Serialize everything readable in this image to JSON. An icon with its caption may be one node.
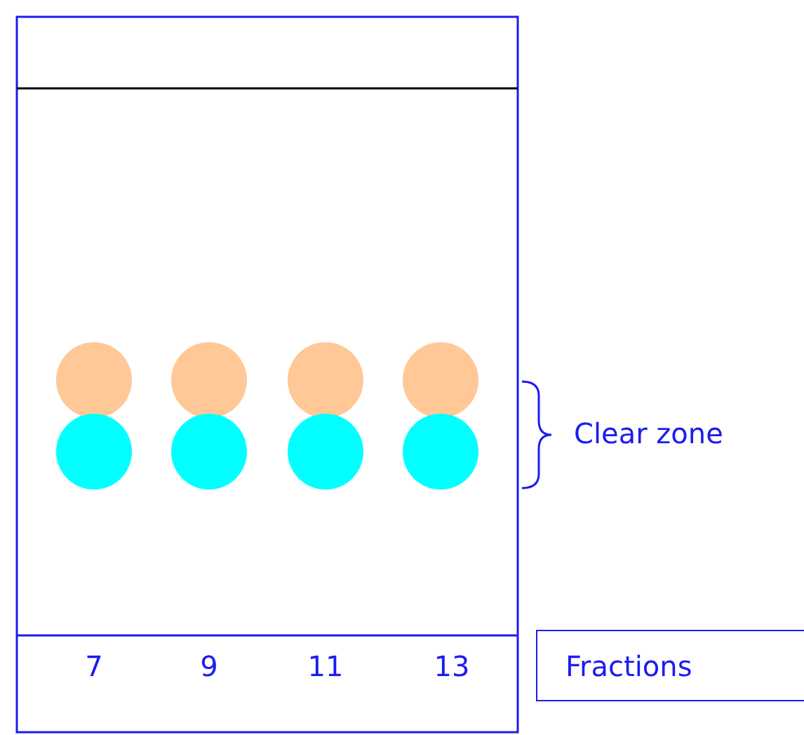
{
  "diagram": {
    "nodes": [
      {
        "text": [
          "Fractions"
        ]
      }
    ],
    "labels": [
      "Clear zone",
      "7",
      "9",
      "11",
      "13"
    ]
  }
}
